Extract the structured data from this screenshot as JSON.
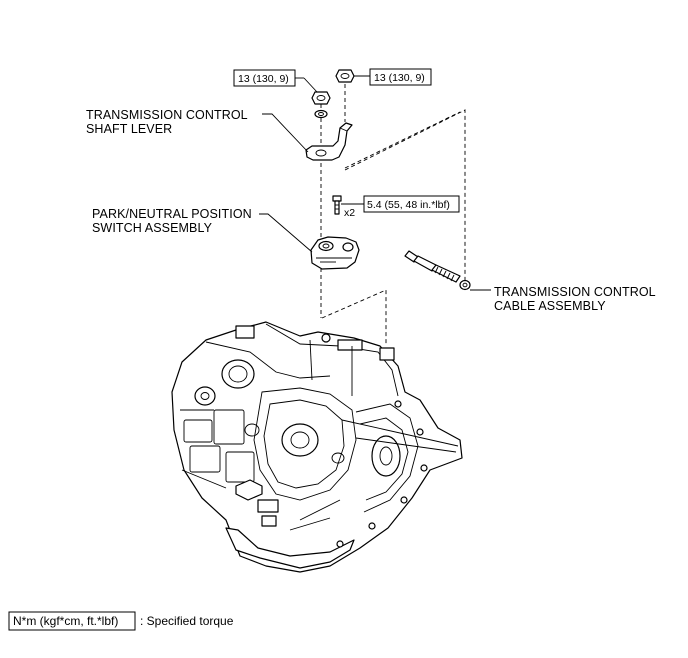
{
  "labels": {
    "shaft_lever_line1": "TRANSMISSION CONTROL",
    "shaft_lever_line2": "SHAFT LEVER",
    "pn_switch_line1": "PARK/NEUTRAL POSITION",
    "pn_switch_line2": "SWITCH ASSEMBLY",
    "cable_line1": "TRANSMISSION CONTROL",
    "cable_line2": "CABLE ASSEMBLY",
    "bolt_qty": "x2"
  },
  "torque_boxes": {
    "nut_left": "13 (130, 9)",
    "nut_right": "13 (130, 9)",
    "bolt": "5.4 (55, 48 in.*lbf)"
  },
  "legend": {
    "unit": "N*m (kgf*cm, ft.*lbf)",
    "description": ": Specified torque"
  }
}
